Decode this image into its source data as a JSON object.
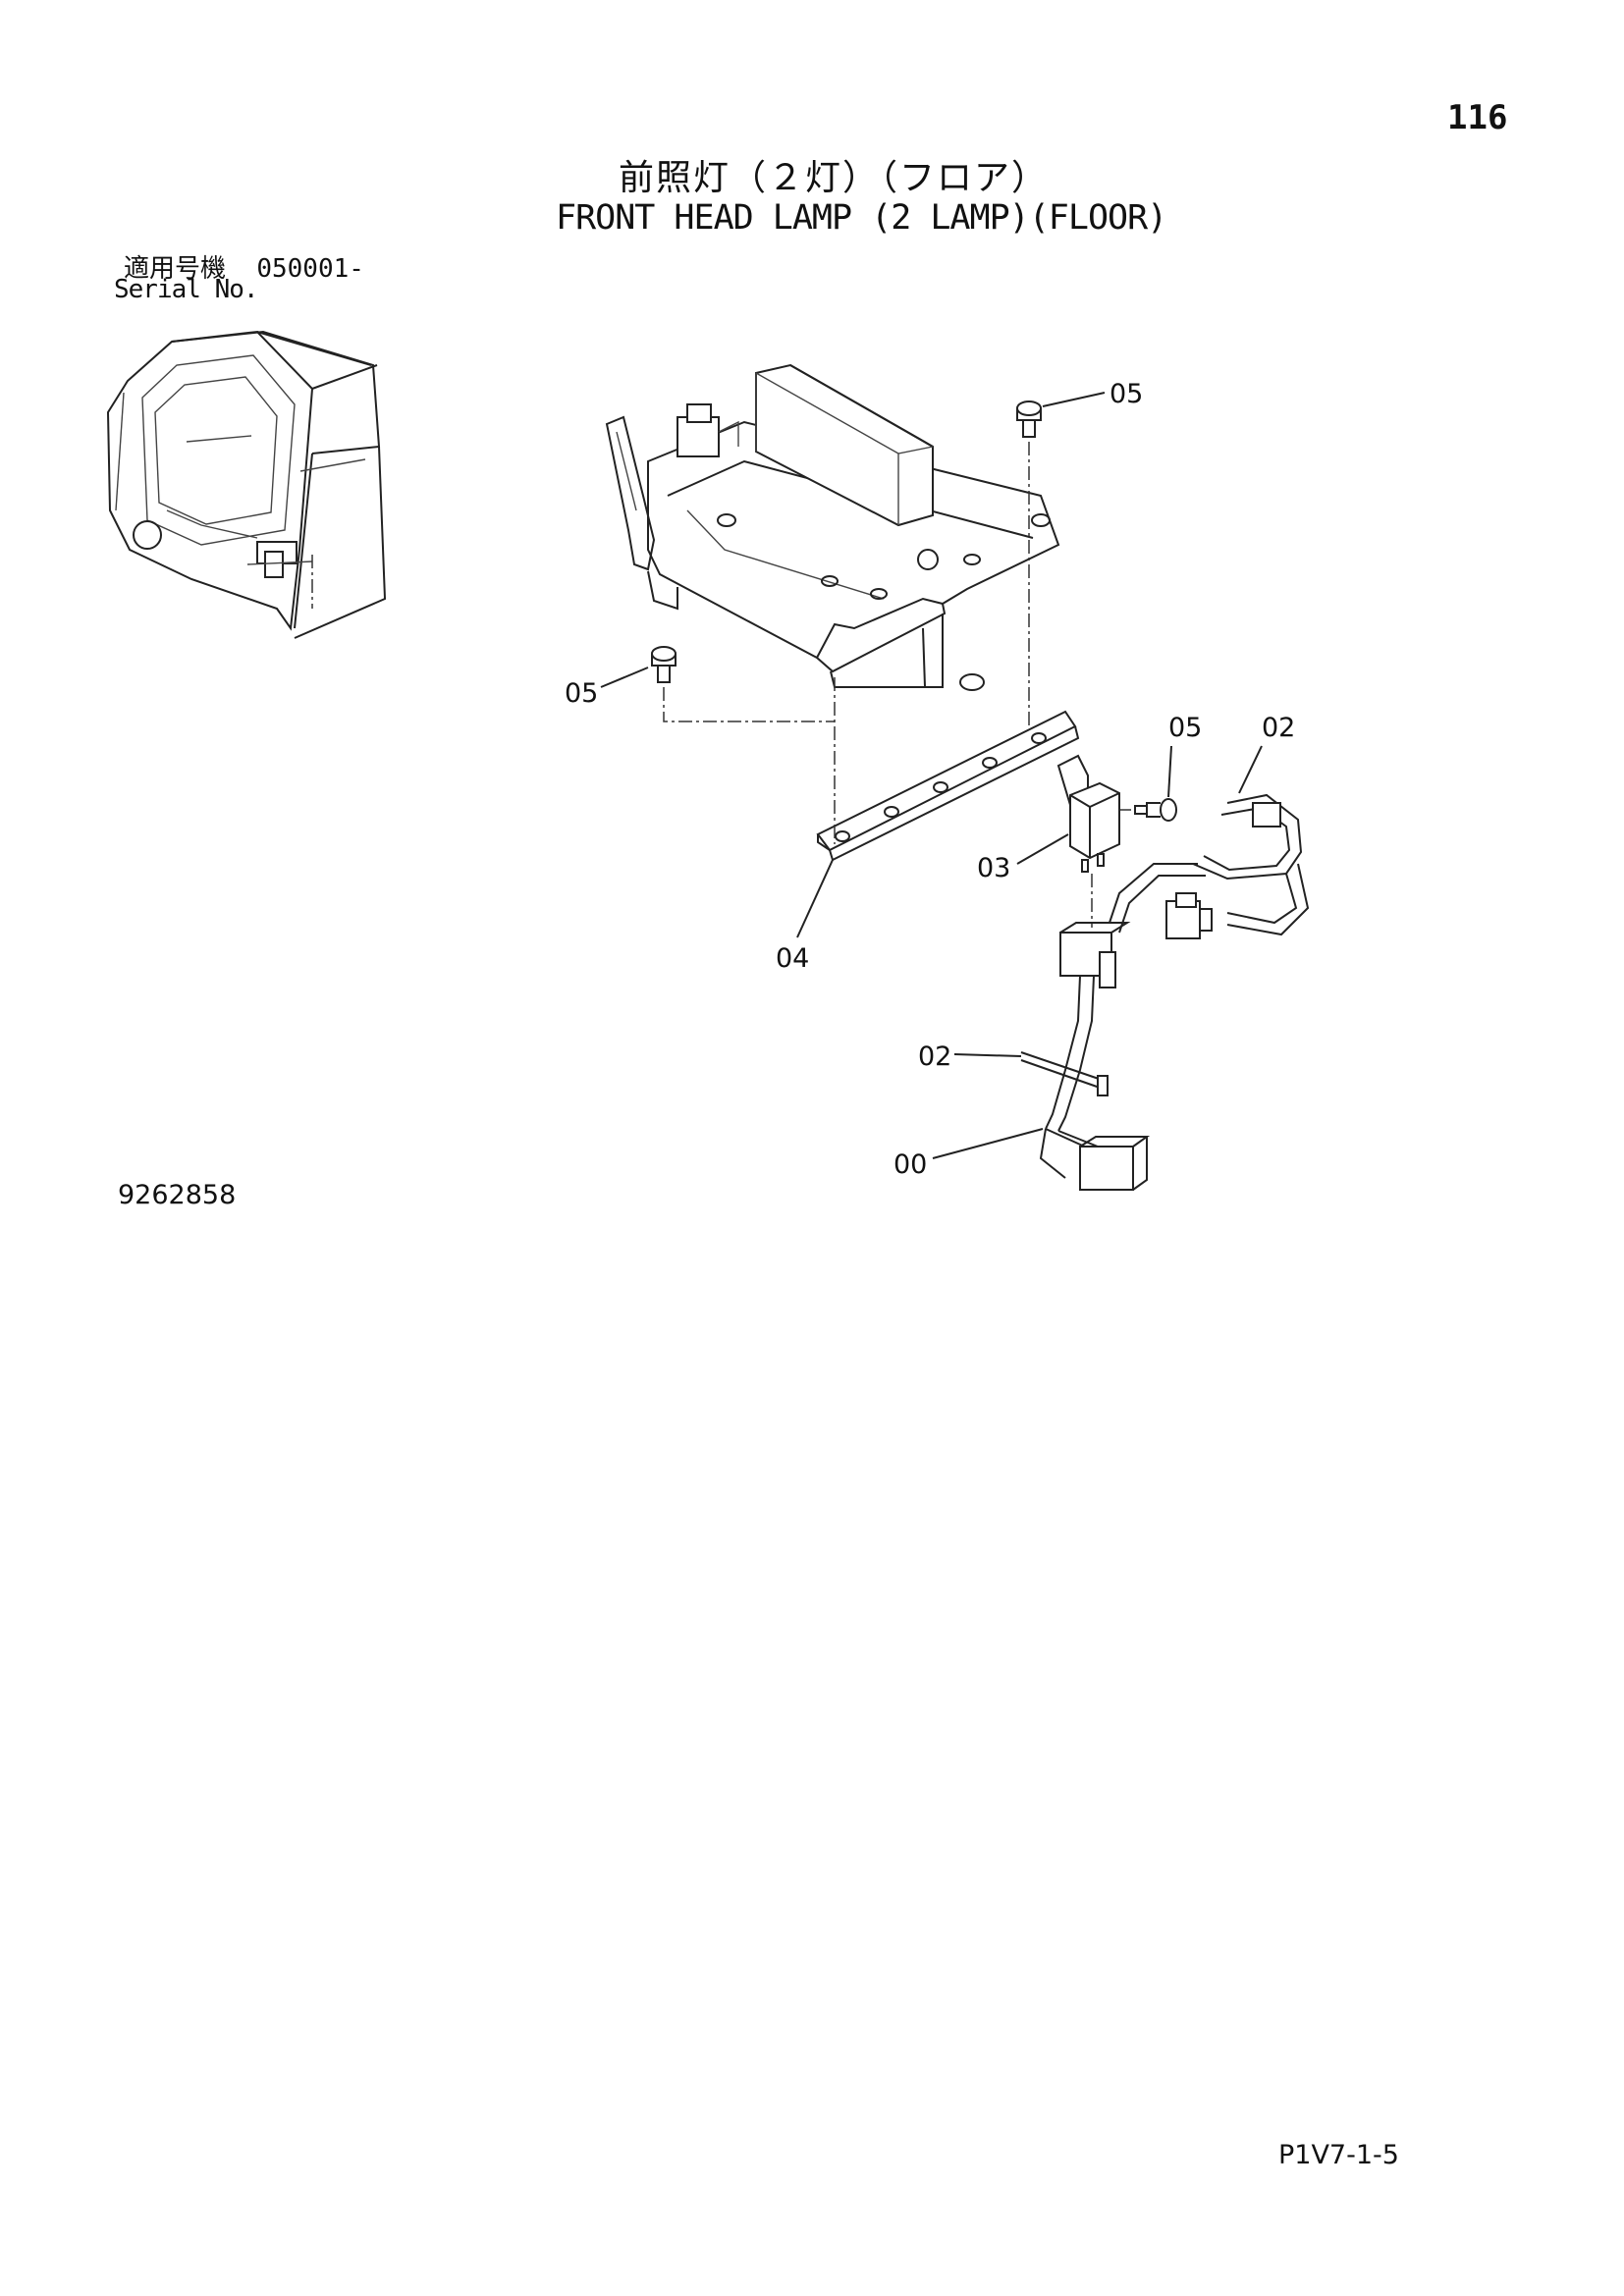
{
  "page_number": "116",
  "title_jp": "前照灯（２灯）（フロア）",
  "title_en": "FRONT HEAD LAMP (2 LAMP)(FLOOR)",
  "serial": {
    "label_jp": "適用号機",
    "value": "050001-",
    "label_en": "Serial No."
  },
  "callouts": [
    "05",
    "05",
    "05",
    "02",
    "03",
    "04",
    "02",
    "00"
  ],
  "drawing_number": "9262858",
  "page_code": "P1V7-1-5"
}
